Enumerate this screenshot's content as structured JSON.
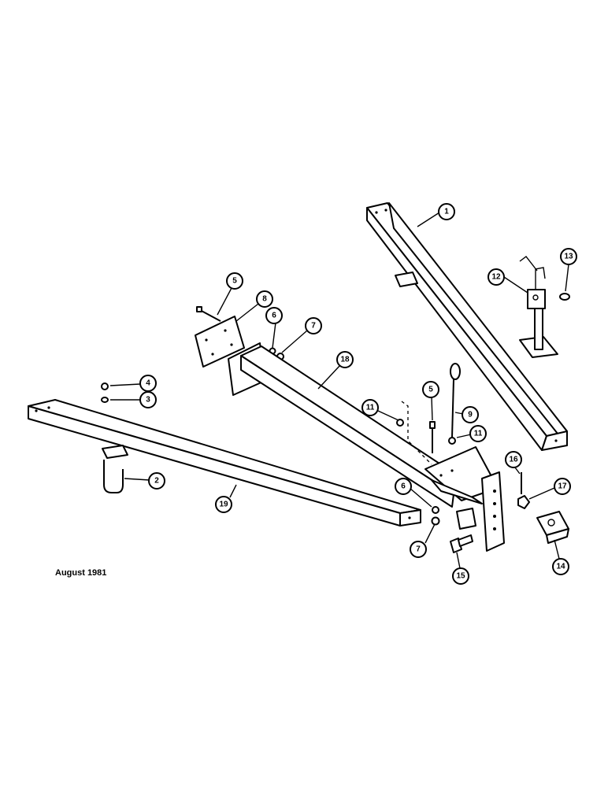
{
  "date_label": "August 1981",
  "callouts": [
    {
      "label": "1"
    },
    {
      "label": "13"
    },
    {
      "label": "12"
    },
    {
      "label": "5"
    },
    {
      "label": "8"
    },
    {
      "label": "6"
    },
    {
      "label": "7"
    },
    {
      "label": "18"
    },
    {
      "label": "4"
    },
    {
      "label": "3"
    },
    {
      "label": "11"
    },
    {
      "label": "5"
    },
    {
      "label": "9"
    },
    {
      "label": "11"
    },
    {
      "label": "16"
    },
    {
      "label": "17"
    },
    {
      "label": "2"
    },
    {
      "label": "19"
    },
    {
      "label": "6"
    },
    {
      "label": "7"
    },
    {
      "label": "15"
    },
    {
      "label": "14"
    }
  ]
}
